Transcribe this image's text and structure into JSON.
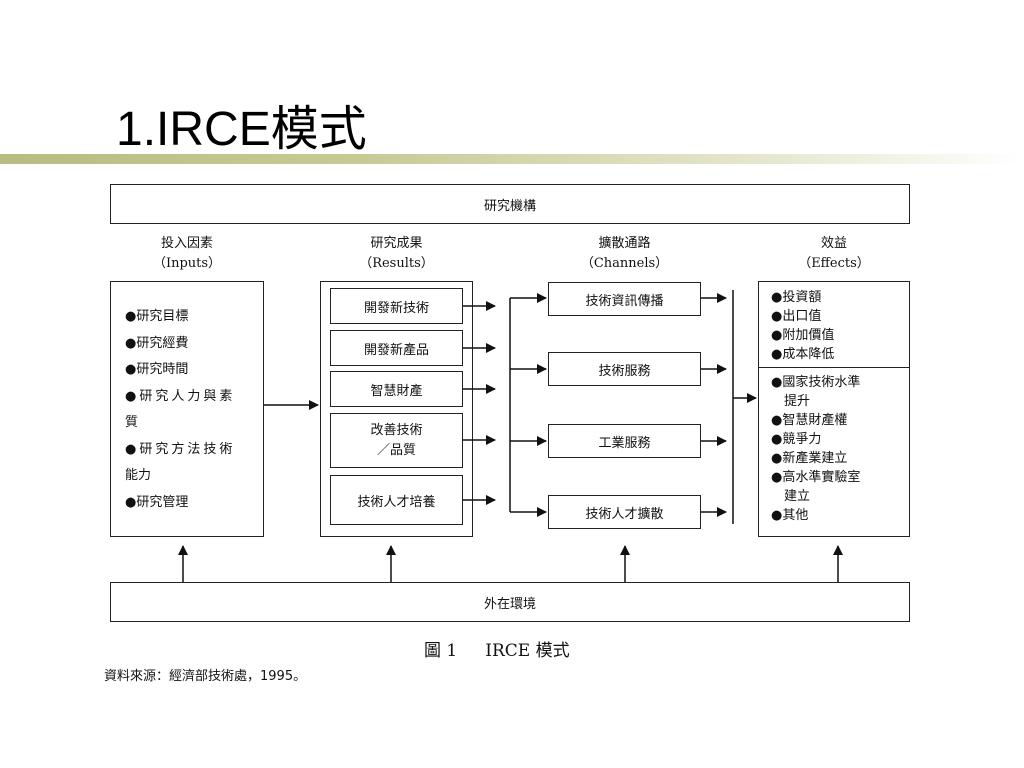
{
  "slide": {
    "title": "1.IRCE模式"
  },
  "diagram": {
    "top_box": "研究機構",
    "bottom_box": "外在環境",
    "columns": {
      "inputs": {
        "title": "投入因素",
        "subtitle": "（Inputs）",
        "items": [
          "●研究目標",
          "●研究經費",
          "●研究時間",
          "●研究人力與素",
          "質",
          "●研究方法技術",
          "能力",
          "●研究管理"
        ]
      },
      "results": {
        "title": "研究成果",
        "subtitle": "（Results）",
        "items": [
          "開發新技術",
          "開發新產品",
          "智慧財產",
          "改善技術",
          "／品質",
          "技術人才培養"
        ]
      },
      "channels": {
        "title": "擴散通路",
        "subtitle": "（Channels）",
        "items": [
          "技術資訊傳播",
          "技術服務",
          "工業服務",
          "技術人才擴散"
        ]
      },
      "effects": {
        "title": "效益",
        "subtitle": "（Effects）",
        "group1": [
          "●投資額",
          "●出口值",
          "●附加價值",
          "●成本降低"
        ],
        "group2": [
          "●國家技術水準",
          "提升",
          "●智慧財產權",
          "●競爭力",
          "●新產業建立",
          "●高水準實驗室",
          "建立",
          "●其他"
        ]
      }
    },
    "caption": {
      "label": "圖 1",
      "text": "IRCE 模式"
    },
    "source": "資料來源：經濟部技術處，1995。"
  }
}
